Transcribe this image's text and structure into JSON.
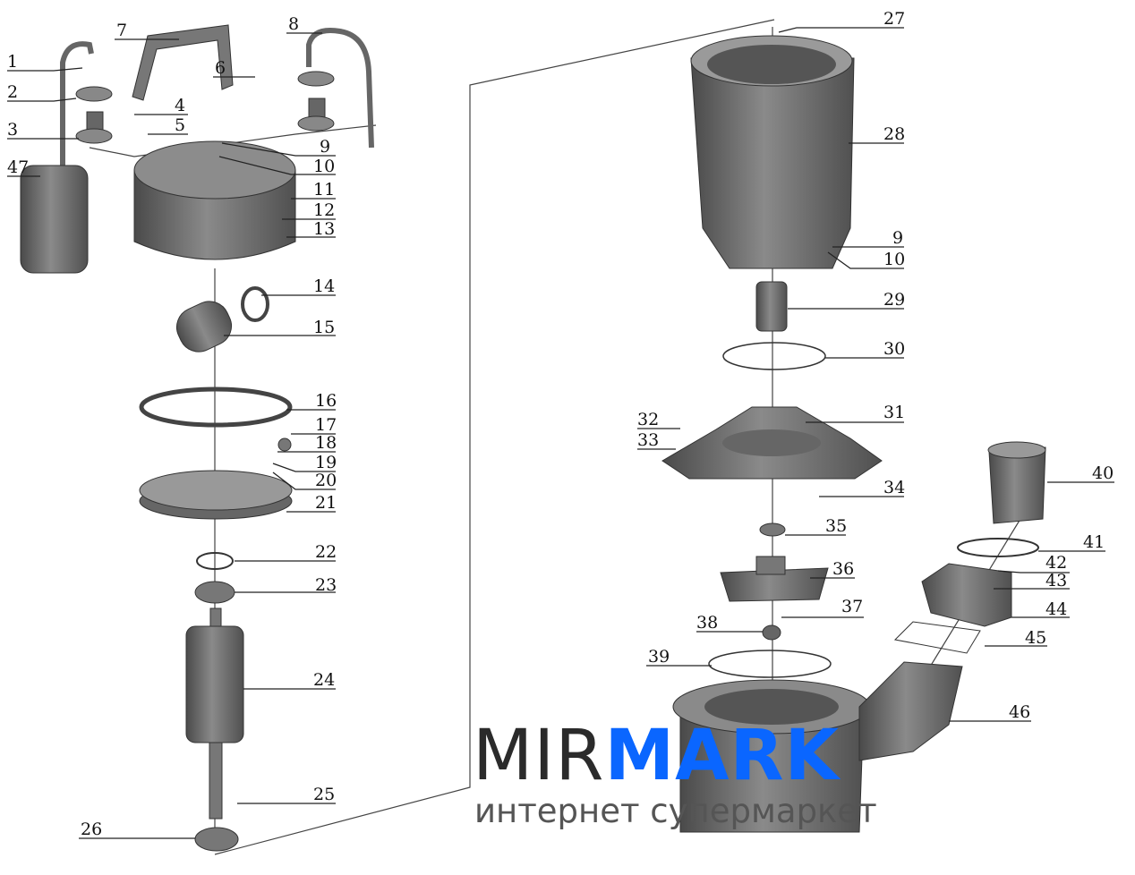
{
  "labels": {
    "p1": "1",
    "p2": "2",
    "p3": "3",
    "p4": "4",
    "p5": "5",
    "p6": "6",
    "p7": "7",
    "p8": "8",
    "p9": "9",
    "p10": "10",
    "p11": "11",
    "p12": "12",
    "p13": "13",
    "p14": "14",
    "p15": "15",
    "p16": "16",
    "p17": "17",
    "p18": "18",
    "p19": "19",
    "p20": "20",
    "p21": "21",
    "p22": "22",
    "p23": "23",
    "p24": "24",
    "p25": "25",
    "p26": "26",
    "p27": "27",
    "p28": "28",
    "p9b": "9",
    "p10b": "10",
    "p29": "29",
    "p30": "30",
    "p31": "31",
    "p32": "32",
    "p33": "33",
    "p34": "34",
    "p35": "35",
    "p36": "36",
    "p37": "37",
    "p38": "38",
    "p39": "39",
    "p40": "40",
    "p41": "41",
    "p42": "42",
    "p43": "43",
    "p44": "44",
    "p45": "45",
    "p46": "46",
    "p47": "47"
  },
  "watermark": {
    "brand_left": "MIR",
    "brand_right": "MARK",
    "tagline": "интернет супермаркет"
  },
  "colors": {
    "part": "#6e6e6e",
    "brand": "#0a66ff"
  }
}
